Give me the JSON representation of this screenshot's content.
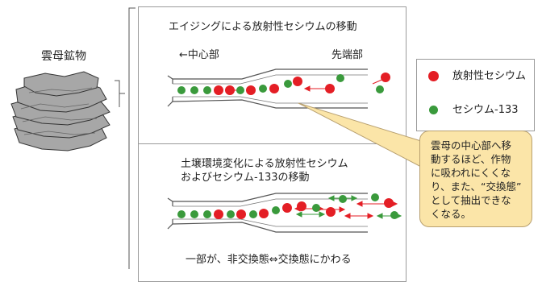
{
  "mineral_label": "雲母鉱物",
  "panel_top": {
    "title": "エイジングによる放射性セシウムの移動",
    "left_label": "←中心部",
    "right_label": "先端部"
  },
  "panel_bottom": {
    "title_line1": "土壌環境変化による放射性セシウム",
    "title_line2": "およびセシウム-133の移動",
    "footer": "一部が、非交換態⇔交換態にかわる"
  },
  "legend": {
    "radioactive": "放射性セシウム",
    "stable": "セシウム-133"
  },
  "callout": {
    "lines": [
      "雲母の中心部へ移",
      "動するほど、作物",
      "に吸われにくくな",
      "り、また、“交換態”",
      "として抽出できな",
      "くなる。"
    ]
  },
  "colors": {
    "radioactive": "#e41e25",
    "stable": "#3a9a3c",
    "callout_fill": "#fbe5a8",
    "callout_border": "#b8a070",
    "mineral": "#a7a7a7"
  }
}
